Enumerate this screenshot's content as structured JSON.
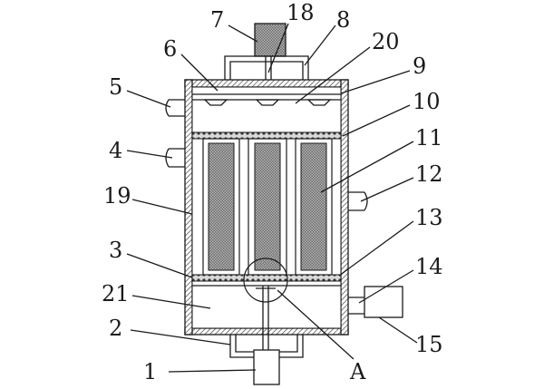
{
  "labels": {
    "l1": "1",
    "l2": "2",
    "l3": "3",
    "l4": "4",
    "l5": "5",
    "l6": "6",
    "l7": "7",
    "l8": "8",
    "l9": "9",
    "l10": "10",
    "l11": "11",
    "l12": "12",
    "l13": "13",
    "l14": "14",
    "l15": "15",
    "l18": "18",
    "l19": "19",
    "l20": "20",
    "l21": "21",
    "lA": "A"
  },
  "colors": {
    "line": "#1a1a1a",
    "wall_hatch": "#555555",
    "filter_fill": "#9a9a9a"
  }
}
